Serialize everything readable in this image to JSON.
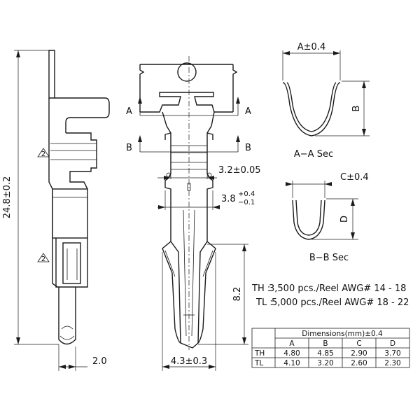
{
  "dimensions": {
    "overall_length": "24.8±0.2",
    "width_left": "2.0",
    "width_front": "4.3±0.3",
    "length_82": "8.2",
    "dim_32": "3.2±0.05",
    "dim_38_main": "3.8",
    "dim_38_plus": "+0.4",
    "dim_38_minus": "−0.1",
    "a_sec_top": "A±0.4",
    "a_sec_side": "B",
    "b_sec_top": "C±0.4",
    "b_sec_side": "D"
  },
  "labels": {
    "section_a_left": "A",
    "section_a_right": "A",
    "section_b_left": "B",
    "section_b_right": "B",
    "note_mark_1": "2",
    "note_mark_2": "2",
    "aa_sec": "A−A  Sec",
    "bb_sec": "B−B  Sec"
  },
  "specs": [
    {
      "code": "TH :",
      "text": "3,500 pcs./Reel  AWG# 14 - 18"
    },
    {
      "code": "TL :",
      "text": "5,000 pcs./Reel  AWG# 18 - 22"
    }
  ],
  "table": {
    "title": "Dimensions(mm)±0.4",
    "columns": [
      "",
      "A",
      "B",
      "C",
      "D"
    ],
    "rows": [
      [
        "TH",
        "4.80",
        "4.85",
        "2.90",
        "3.70"
      ],
      [
        "TL",
        "4.10",
        "3.20",
        "2.60",
        "2.30"
      ]
    ]
  }
}
